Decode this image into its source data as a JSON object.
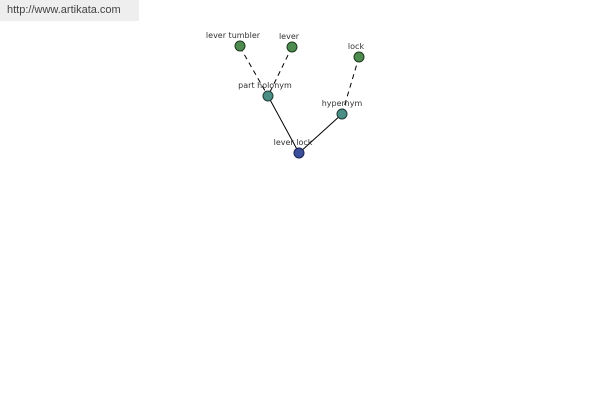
{
  "header": {
    "url": "http://www.artikata.com"
  },
  "graph": {
    "nodes": {
      "lever_tumbler": {
        "label": "lever tumbler",
        "color": "#4e8b4e"
      },
      "lever": {
        "label": "lever",
        "color": "#4e8b4e"
      },
      "lock": {
        "label": "lock",
        "color": "#4e8b4e"
      },
      "part_holonym": {
        "label": "part holonym",
        "color": "#4a8f86"
      },
      "hypernym": {
        "label": "hypernym",
        "color": "#4a8f86"
      },
      "lever_lock": {
        "label": "lever lock",
        "color": "#3c4f9a"
      }
    },
    "edges": [
      {
        "from": "lever_tumbler",
        "to": "part_holonym",
        "style": "dashed"
      },
      {
        "from": "lever",
        "to": "part_holonym",
        "style": "dashed"
      },
      {
        "from": "lock",
        "to": "hypernym",
        "style": "dashed"
      },
      {
        "from": "part_holonym",
        "to": "lever_lock",
        "style": "solid"
      },
      {
        "from": "hypernym",
        "to": "lever_lock",
        "style": "solid"
      }
    ]
  }
}
